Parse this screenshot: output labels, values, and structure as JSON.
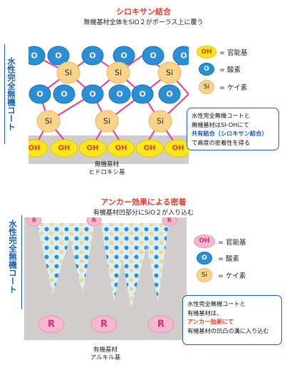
{
  "top": {
    "title": "シロキサン結合",
    "subtitle": "無機基材全体をSiO２がポーラス上に覆う",
    "vertical_label": "水性完全無機コート",
    "o_label": "O",
    "si_label": "Si",
    "oh_label": "OH",
    "legend": {
      "oh": "OH",
      "oh_text": "= 官能基",
      "o": "O",
      "o_text": "= 酸素",
      "si": "Si",
      "si_text": "= ケイ素"
    },
    "note": {
      "line1": "水性完全無機コートと",
      "line2": "無機基材はSI-OHにて",
      "line3": "共有結合（シロキサン結合）",
      "line4": "で高度の密着性を得る"
    },
    "caption_line1": "無機基材",
    "caption_line2": "ヒドロキシ基"
  },
  "bottom": {
    "title": "アンカー効果による密着",
    "subtitle": "有機基材凹部分にSiO２が入り込む",
    "vertical_label": "水性完全無機コート",
    "r_label": "R",
    "legend": {
      "oh": "OH",
      "oh_text": "= 官能基",
      "o": "O",
      "o_text": "= 酸素",
      "si": "Si",
      "si_text": "= ケイ素"
    },
    "note": {
      "line1": "水性完全無機コートと",
      "line2": "有機基材は、",
      "line3": "アンカー効果にて",
      "line4": "有機基材の凹凸の溝に入り込む"
    },
    "caption_line1": "有機基材",
    "caption_line2": "アルキル基"
  },
  "colors": {
    "title_red": "#e8402a",
    "blue_border": "#1b5fb4",
    "o_blue": "#2a8fd6",
    "si_yellow": "#f8d48a",
    "oh_yellow": "#f6e81b",
    "r_pink": "#f5b8cf",
    "bond_pink": "#e0489a",
    "substrate_gray": "#d0cdcc"
  }
}
